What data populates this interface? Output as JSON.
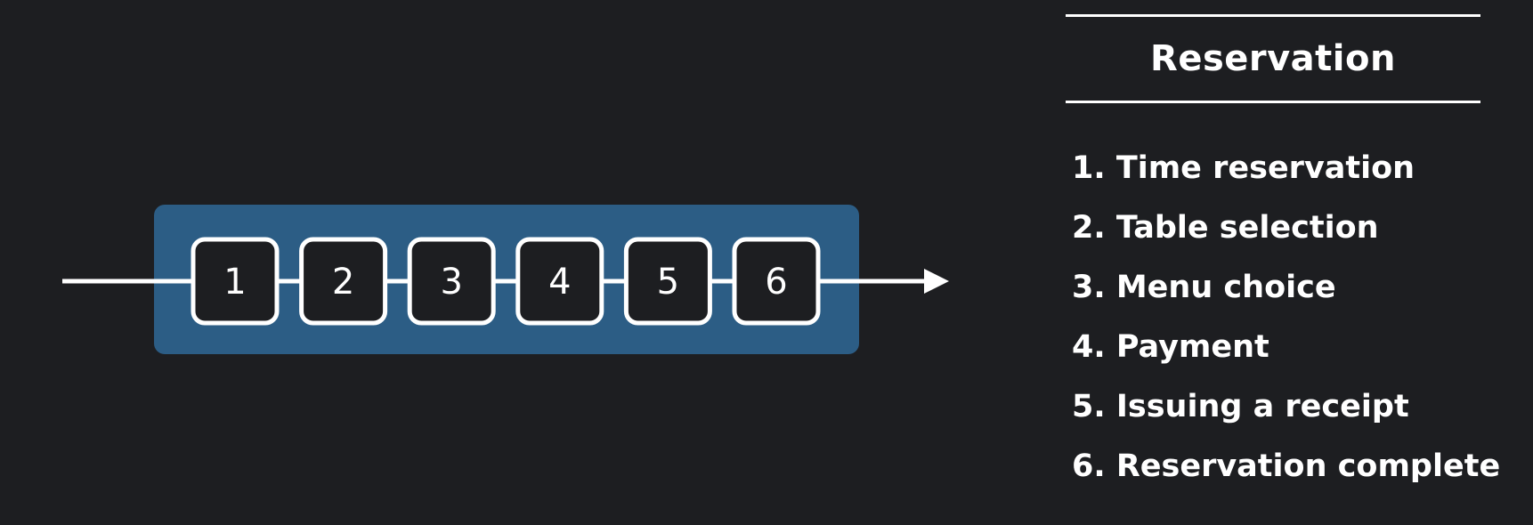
{
  "diagram": {
    "steps": [
      "1",
      "2",
      "3",
      "4",
      "5",
      "6"
    ],
    "colors": {
      "background": "#1d1e21",
      "band": "#2c5d85",
      "stroke": "#ffffff",
      "box_fill": "#1d1e21"
    }
  },
  "legend": {
    "title": "Reservation",
    "items": [
      {
        "num": "1.",
        "label": "Time reservation"
      },
      {
        "num": "2.",
        "label": "Table selection"
      },
      {
        "num": "3.",
        "label": "Menu choice"
      },
      {
        "num": "4.",
        "label": "Payment"
      },
      {
        "num": "5.",
        "label": "Issuing a receipt"
      },
      {
        "num": "6.",
        "label": "Reservation complete"
      }
    ]
  }
}
